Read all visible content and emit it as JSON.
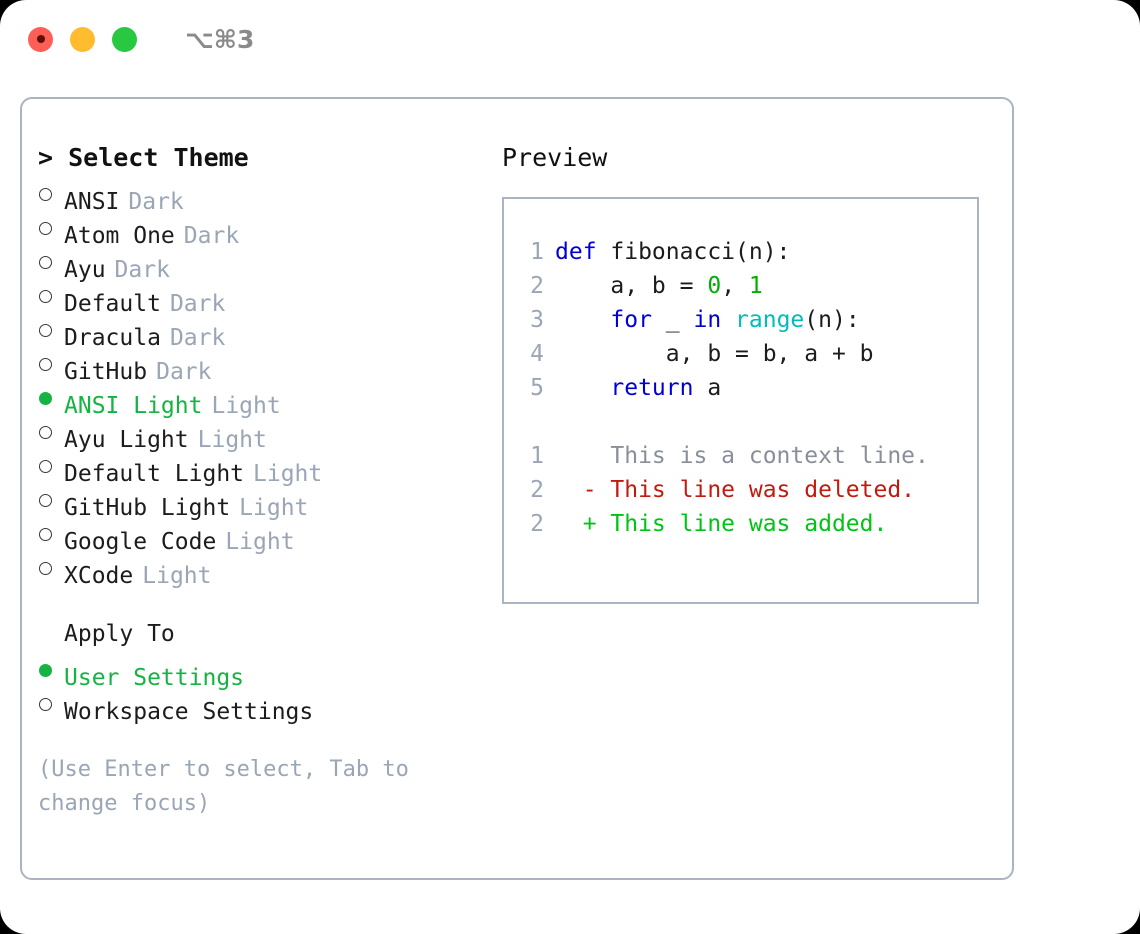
{
  "titlebar": {
    "shortcut": "⌥⌘3",
    "lights": [
      {
        "name": "close-button",
        "color": "#fd5f57"
      },
      {
        "name": "minimize-button",
        "color": "#febc2e"
      },
      {
        "name": "maximize-button",
        "color": "#28c840"
      }
    ]
  },
  "theme_picker": {
    "header": "> Select Theme",
    "options": [
      {
        "name": "ANSI",
        "kind": "Dark",
        "selected": false
      },
      {
        "name": "Atom One",
        "kind": "Dark",
        "selected": false
      },
      {
        "name": "Ayu",
        "kind": "Dark",
        "selected": false
      },
      {
        "name": "Default",
        "kind": "Dark",
        "selected": false
      },
      {
        "name": "Dracula",
        "kind": "Dark",
        "selected": false
      },
      {
        "name": "GitHub",
        "kind": "Dark",
        "selected": false
      },
      {
        "name": "ANSI Light",
        "kind": "Light",
        "selected": true
      },
      {
        "name": "Ayu Light",
        "kind": "Light",
        "selected": false
      },
      {
        "name": "Default Light",
        "kind": "Light",
        "selected": false
      },
      {
        "name": "GitHub Light",
        "kind": "Light",
        "selected": false
      },
      {
        "name": "Google Code",
        "kind": "Light",
        "selected": false
      },
      {
        "name": "XCode",
        "kind": "Light",
        "selected": false
      }
    ]
  },
  "apply_to": {
    "label": "Apply To",
    "options": [
      {
        "name": "User Settings",
        "selected": true
      },
      {
        "name": "Workspace Settings",
        "selected": false
      }
    ]
  },
  "hint": "(Use Enter to select, Tab to change focus)",
  "preview": {
    "title": "Preview",
    "code_lines": [
      {
        "no": "1",
        "tokens": [
          {
            "t": "def ",
            "c": "kw"
          },
          {
            "t": "fibonacci(n):",
            "c": "txt"
          }
        ]
      },
      {
        "no": "2",
        "tokens": [
          {
            "t": "    a, b = ",
            "c": "txt"
          },
          {
            "t": "0",
            "c": "num"
          },
          {
            "t": ", ",
            "c": "txt"
          },
          {
            "t": "1",
            "c": "num"
          }
        ]
      },
      {
        "no": "3",
        "tokens": [
          {
            "t": "    ",
            "c": "txt"
          },
          {
            "t": "for",
            "c": "kw"
          },
          {
            "t": " _ ",
            "c": "txt"
          },
          {
            "t": "in",
            "c": "kw"
          },
          {
            "t": " ",
            "c": "txt"
          },
          {
            "t": "range",
            "c": "fn"
          },
          {
            "t": "(n):",
            "c": "txt"
          }
        ]
      },
      {
        "no": "4",
        "tokens": [
          {
            "t": "        a, b = b, a + b",
            "c": "txt"
          }
        ]
      },
      {
        "no": "5",
        "tokens": [
          {
            "t": "    ",
            "c": "txt"
          },
          {
            "t": "return",
            "c": "kw"
          },
          {
            "t": " a",
            "c": "txt"
          }
        ]
      }
    ],
    "diff_lines": [
      {
        "no": "1",
        "marker": "  ",
        "text": "This is a context line.",
        "kind": "ctx"
      },
      {
        "no": "2",
        "marker": "- ",
        "text": "This line was deleted.",
        "kind": "del"
      },
      {
        "no": "2",
        "marker": "+ ",
        "text": "This line was added.",
        "kind": "add"
      }
    ]
  },
  "colors": {
    "accent_green": "#15b341",
    "muted": "#9aa5b6",
    "border": "#aab4c2",
    "keyword": "#0000d4",
    "function": "#00bcbc",
    "number": "#00b000",
    "diff_deleted": "#c21a0f",
    "diff_added": "#00c414"
  }
}
